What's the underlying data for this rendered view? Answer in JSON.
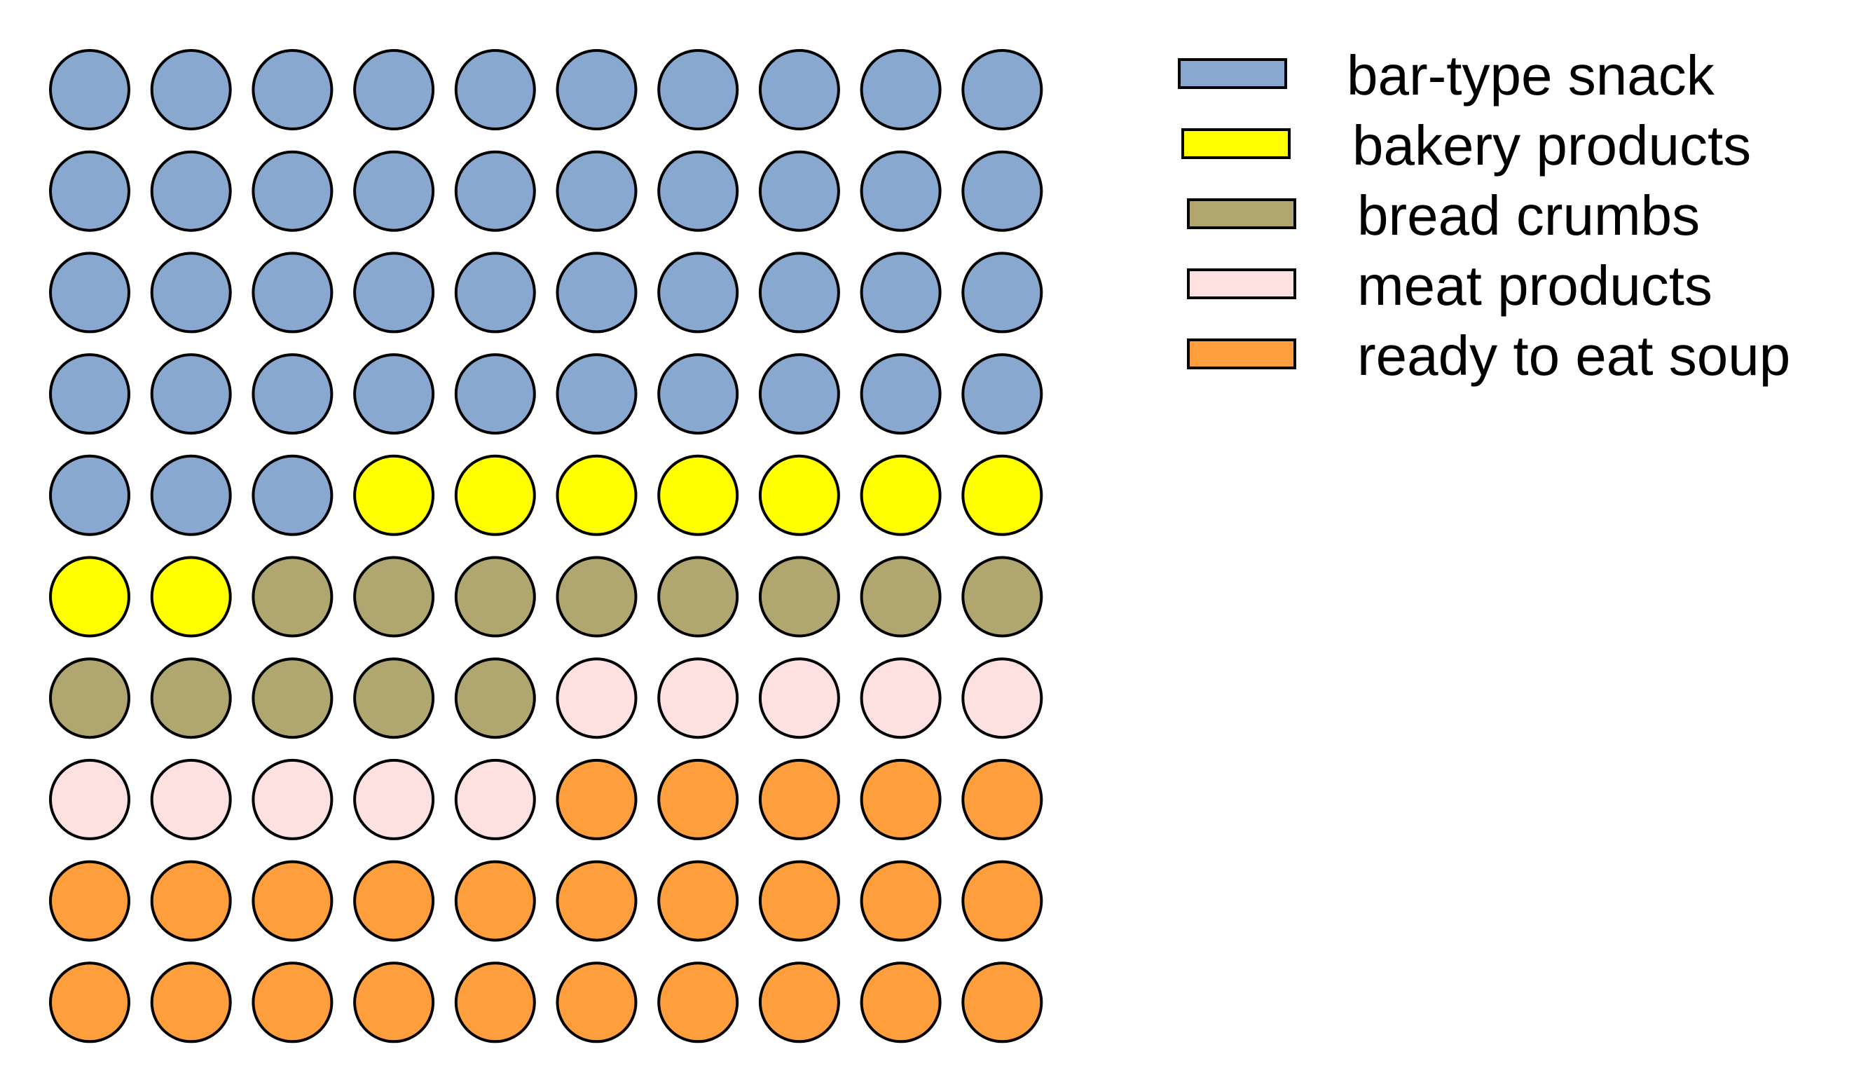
{
  "chart_data": {
    "type": "waffle",
    "title": "",
    "grid": {
      "rows": 10,
      "columns": 10,
      "total_units": 100
    },
    "legend_position": "top-right",
    "series": [
      {
        "name": "bar-type snack",
        "value": 43,
        "color": "#88a8d0"
      },
      {
        "name": "bakery products",
        "value": 9,
        "color": "#ffff00"
      },
      {
        "name": "bread crumbs",
        "value": 13,
        "color": "#afa670"
      },
      {
        "name": "meat products",
        "value": 10,
        "color": "#fde0e0"
      },
      {
        "name": "ready to eat soup",
        "value": 25,
        "color": "#ff9e3d"
      }
    ]
  }
}
